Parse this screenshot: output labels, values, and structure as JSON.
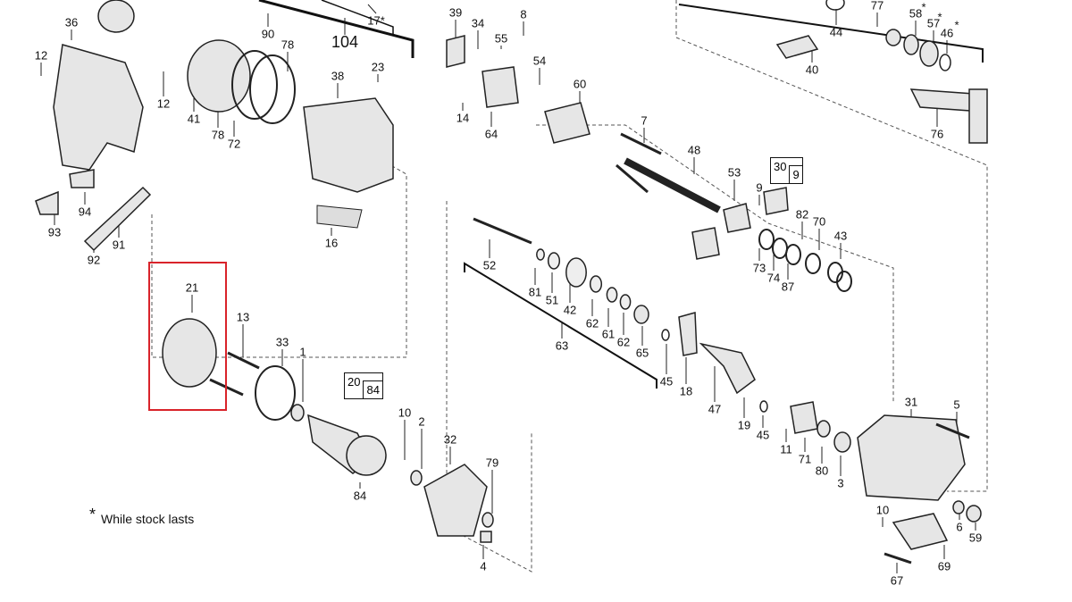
{
  "title": "Exploded parts diagram",
  "labels": [
    "36",
    "12",
    "12",
    "90",
    "17*",
    "104",
    "78",
    "41",
    "78",
    "72",
    "38",
    "23",
    "39",
    "34",
    "8",
    "55",
    "54",
    "14",
    "64",
    "60",
    "7",
    "48",
    "53",
    "9",
    "82",
    "70",
    "43",
    "73",
    "74",
    "87",
    "44",
    "77",
    "58",
    "57",
    "46",
    "40",
    "76",
    "94",
    "93",
    "91",
    "92",
    "16",
    "52",
    "81",
    "51",
    "42",
    "62",
    "61",
    "62",
    "63",
    "65",
    "45",
    "18",
    "47",
    "19",
    "45",
    "21",
    "13",
    "33",
    "1",
    "10",
    "2",
    "32",
    "79",
    "84",
    "4",
    "31",
    "5",
    "11",
    "71",
    "80",
    "3",
    "10",
    "6",
    "59",
    "69",
    "67"
  ],
  "stars": [
    "*",
    "*",
    "*"
  ],
  "boxes": [
    {
      "a": "30",
      "b": "9"
    },
    {
      "a": "20",
      "b": "84"
    }
  ],
  "note": {
    "star": "*",
    "text": "While stock lasts"
  },
  "highlight_color": "#d9232a"
}
